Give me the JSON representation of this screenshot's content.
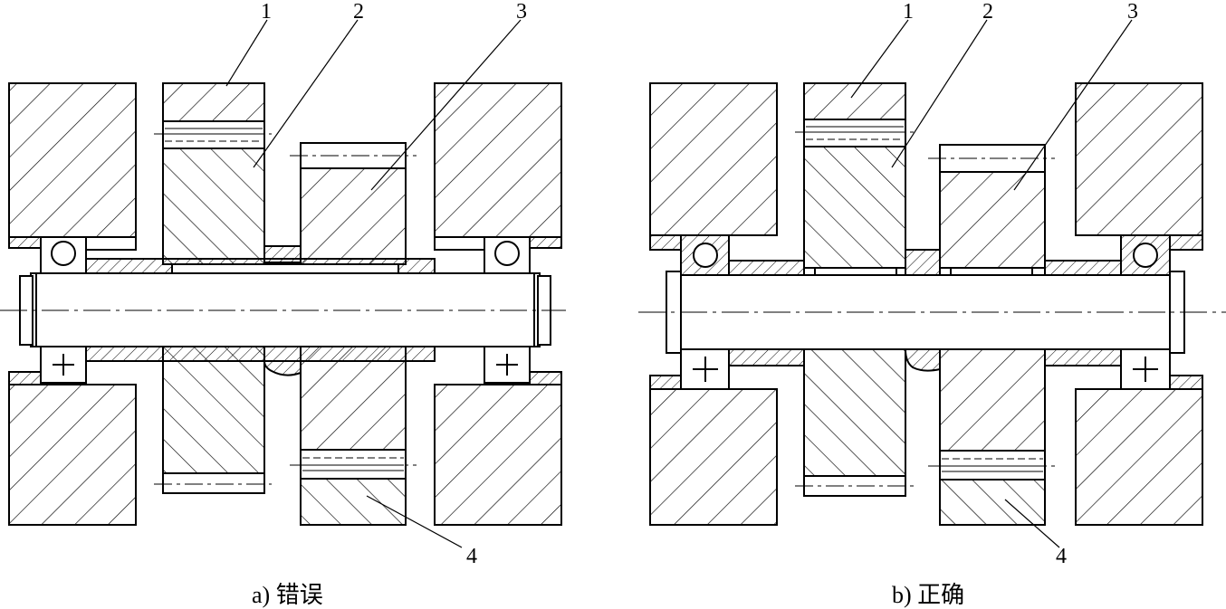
{
  "figure": {
    "left": {
      "caption": "a) 错误",
      "labels": [
        "1",
        "2",
        "3",
        "4"
      ]
    },
    "right": {
      "caption": "b) 正确",
      "labels": [
        "1",
        "2",
        "3",
        "4"
      ]
    }
  }
}
